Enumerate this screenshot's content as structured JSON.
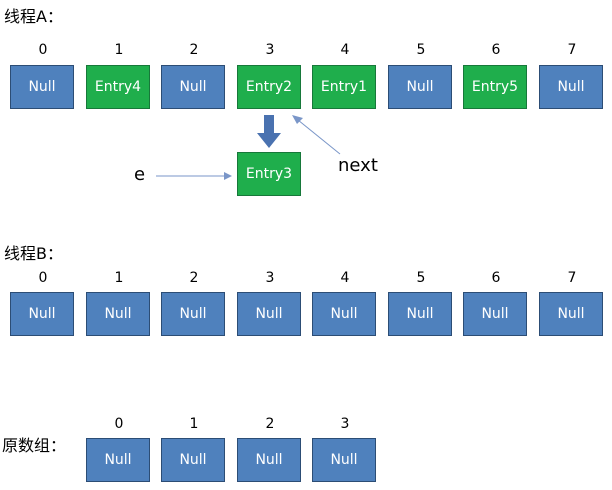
{
  "colors": {
    "null_box": "#4f81bd",
    "entry_box": "#1fae4c",
    "arrow": "#4a72b0"
  },
  "thread_a": {
    "title": "线程A：",
    "indices": [
      "0",
      "1",
      "2",
      "3",
      "4",
      "5",
      "6",
      "7"
    ],
    "cells": [
      "Null",
      "Entry4",
      "Null",
      "Entry2",
      "Entry1",
      "Null",
      "Entry5",
      "Null"
    ],
    "chained": "Entry3",
    "e_label": "e",
    "next_label": "next"
  },
  "thread_b": {
    "title": "线程B：",
    "indices": [
      "0",
      "1",
      "2",
      "3",
      "4",
      "5",
      "6",
      "7"
    ],
    "cells": [
      "Null",
      "Null",
      "Null",
      "Null",
      "Null",
      "Null",
      "Null",
      "Null"
    ]
  },
  "original": {
    "title": "原数组：",
    "indices": [
      "0",
      "1",
      "2",
      "3"
    ],
    "cells": [
      "Null",
      "Null",
      "Null",
      "Null"
    ]
  }
}
